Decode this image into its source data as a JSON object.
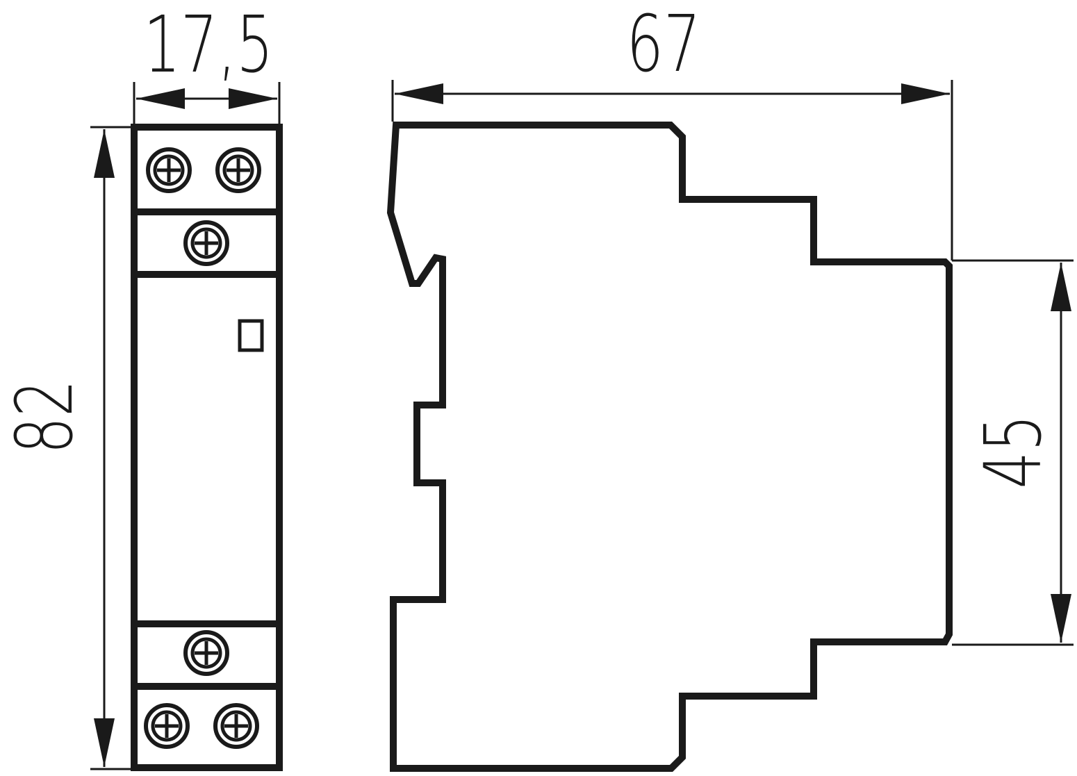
{
  "dimensions": {
    "width": "17,5",
    "height": "82",
    "depth": "67",
    "rail_height": "45"
  },
  "colors": {
    "line": "#1a1a1a",
    "background": "#ffffff"
  }
}
